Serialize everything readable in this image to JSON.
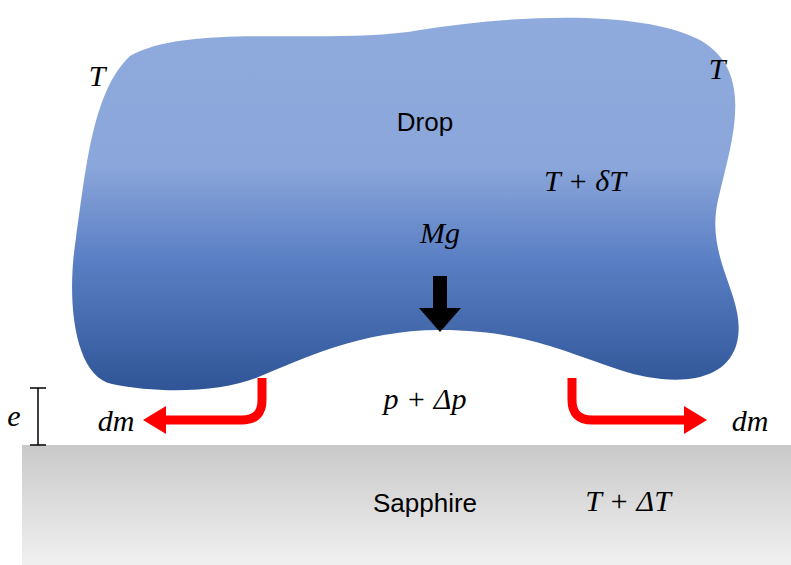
{
  "diagram": {
    "nodes": [
      {
        "text": [
          "Drop",
          "T + δT",
          "Mg"
        ]
      },
      {
        "text": [
          "Sapphire",
          "T + ΔT"
        ]
      }
    ],
    "labels": [
      "T",
      "T",
      "p + Δp",
      "e",
      "dm",
      "dm"
    ]
  }
}
